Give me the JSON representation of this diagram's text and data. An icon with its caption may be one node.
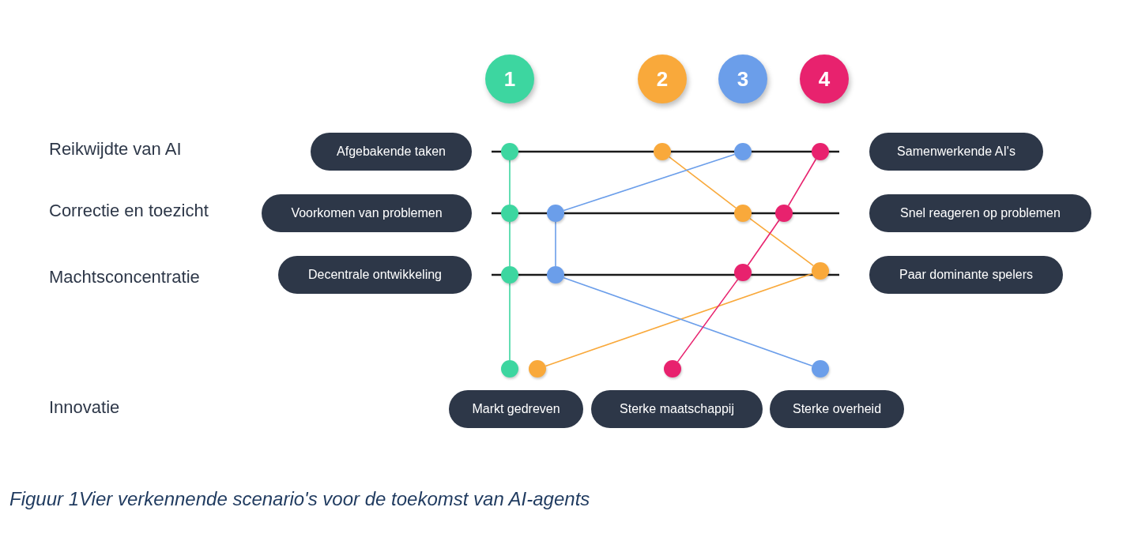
{
  "diagram": {
    "caption": "Figuur 1Vier verkennende scenario's voor de toekomst van AI-agents",
    "nodes": [
      {
        "text": [
          "1"
        ]
      },
      {
        "text": [
          "2"
        ]
      },
      {
        "text": [
          "3"
        ]
      },
      {
        "text": [
          "4"
        ]
      },
      {
        "text": [
          "Afgebakende taken"
        ]
      },
      {
        "text": [],
        "shape": "circle"
      },
      {
        "text": [],
        "shape": "circle"
      },
      {
        "text": [],
        "shape": "circle"
      },
      {
        "text": [],
        "shape": "circle"
      },
      {
        "text": [
          "Samenwerkende AI's"
        ]
      },
      {
        "text": [
          "Voorkomen van problemen"
        ]
      },
      {
        "text": [],
        "shape": "circle"
      },
      {
        "text": [],
        "shape": "circle"
      },
      {
        "text": [],
        "shape": "circle"
      },
      {
        "text": [],
        "shape": "circle"
      },
      {
        "text": [
          "Snel reageren op problemen"
        ]
      },
      {
        "text": [
          "Decentrale ontwikkeling"
        ]
      },
      {
        "text": [],
        "shape": "circle"
      },
      {
        "text": [],
        "shape": "circle"
      },
      {
        "text": [],
        "shape": "circle"
      },
      {
        "text": [],
        "shape": "circle"
      },
      {
        "text": [
          "Paar dominante spelers"
        ]
      },
      {
        "text": [],
        "shape": "circle"
      },
      {
        "text": [],
        "shape": "circle"
      },
      {
        "text": [],
        "shape": "circle"
      },
      {
        "text": [],
        "shape": "circle"
      },
      {
        "text": [
          "Markt gedreven"
        ]
      },
      {
        "text": [
          "Sterke maatschappij"
        ]
      },
      {
        "text": [
          "Sterke overheid"
        ]
      }
    ],
    "edges": [
      {
        "from": 5,
        "to": 11,
        "arrow": "none",
        "color": "#3dd6a0"
      },
      {
        "from": 11,
        "to": 17,
        "arrow": "none",
        "color": "#3dd6a0"
      },
      {
        "from": 17,
        "to": 22,
        "arrow": "none",
        "color": "#3dd6a0"
      },
      {
        "from": 6,
        "to": 13,
        "arrow": "none",
        "color": "#f9a93b"
      },
      {
        "from": 13,
        "to": 20,
        "arrow": "none",
        "color": "#f9a93b"
      },
      {
        "from": 20,
        "to": 23,
        "arrow": "none",
        "color": "#f9a93b"
      },
      {
        "from": 7,
        "to": 12,
        "arrow": "none",
        "color": "#6b9eea"
      },
      {
        "from": 12,
        "to": 18,
        "arrow": "none",
        "color": "#6b9eea"
      },
      {
        "from": 18,
        "to": 25,
        "arrow": "none",
        "color": "#6b9eea"
      },
      {
        "from": 8,
        "to": 14,
        "arrow": "none",
        "color": "#e8226e"
      },
      {
        "from": 14,
        "to": 19,
        "arrow": "none",
        "color": "#e8226e"
      },
      {
        "from": 19,
        "to": 24,
        "arrow": "none",
        "color": "#e8226e"
      }
    ],
    "labels": [
      "Reikwijdte van AI",
      "Correctie en toezicht",
      "Machtsconcentratie",
      "Innovatie"
    ]
  }
}
